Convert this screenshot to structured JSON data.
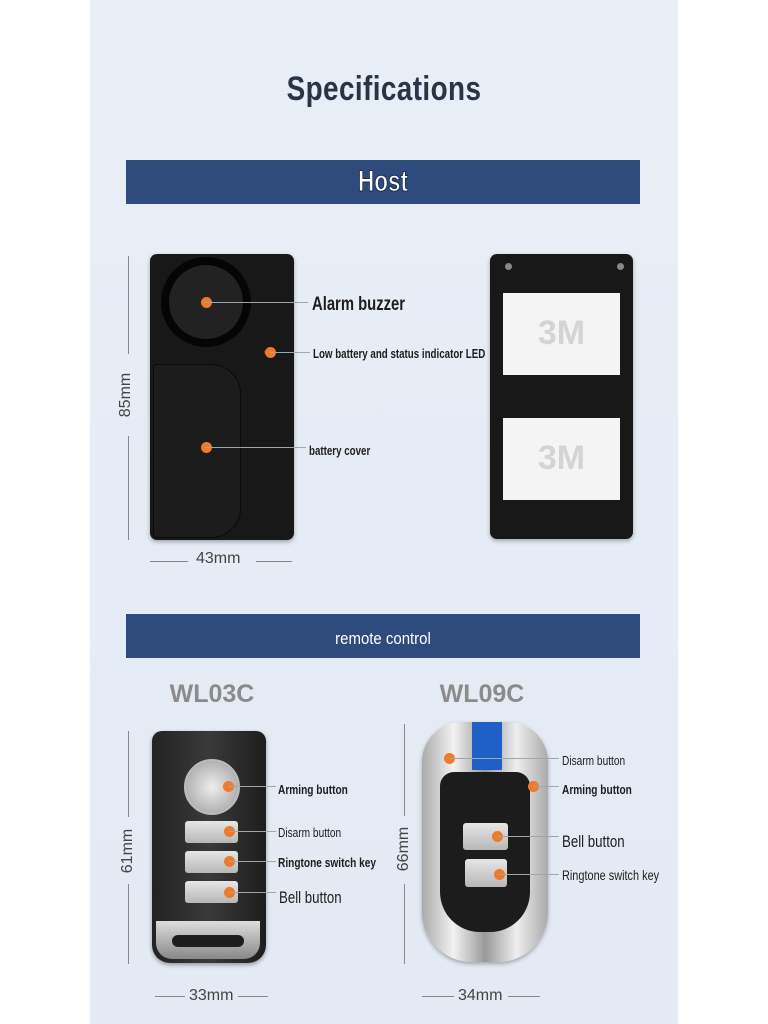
{
  "title": "Specifications",
  "host_section": {
    "banner": "Host",
    "labels": {
      "alarm_buzzer": "Alarm buzzer",
      "led": "Low battery and status indicator LED",
      "battery_cover": "battery cover"
    },
    "height": "85mm",
    "width": "43mm",
    "tape_mark": "3M"
  },
  "remote_section": {
    "banner": "remote control",
    "wl03c": {
      "model": "WL03C",
      "labels": {
        "arming": "Arming button",
        "disarm": "Disarm button",
        "ringtone": "Ringtone switch key",
        "bell": "Bell button"
      },
      "height": "61mm",
      "width": "33mm"
    },
    "wl09c": {
      "model": "WL09C",
      "labels": {
        "disarm": "Disarm button",
        "arming": "Arming button",
        "bell": "Bell button",
        "ringtone": "Ringtone switch key"
      },
      "height": "66mm",
      "width": "34mm"
    }
  },
  "colors": {
    "banner": "#2f4a7d",
    "marker": "#ee7a2c",
    "screen": "#1f5fc8"
  }
}
